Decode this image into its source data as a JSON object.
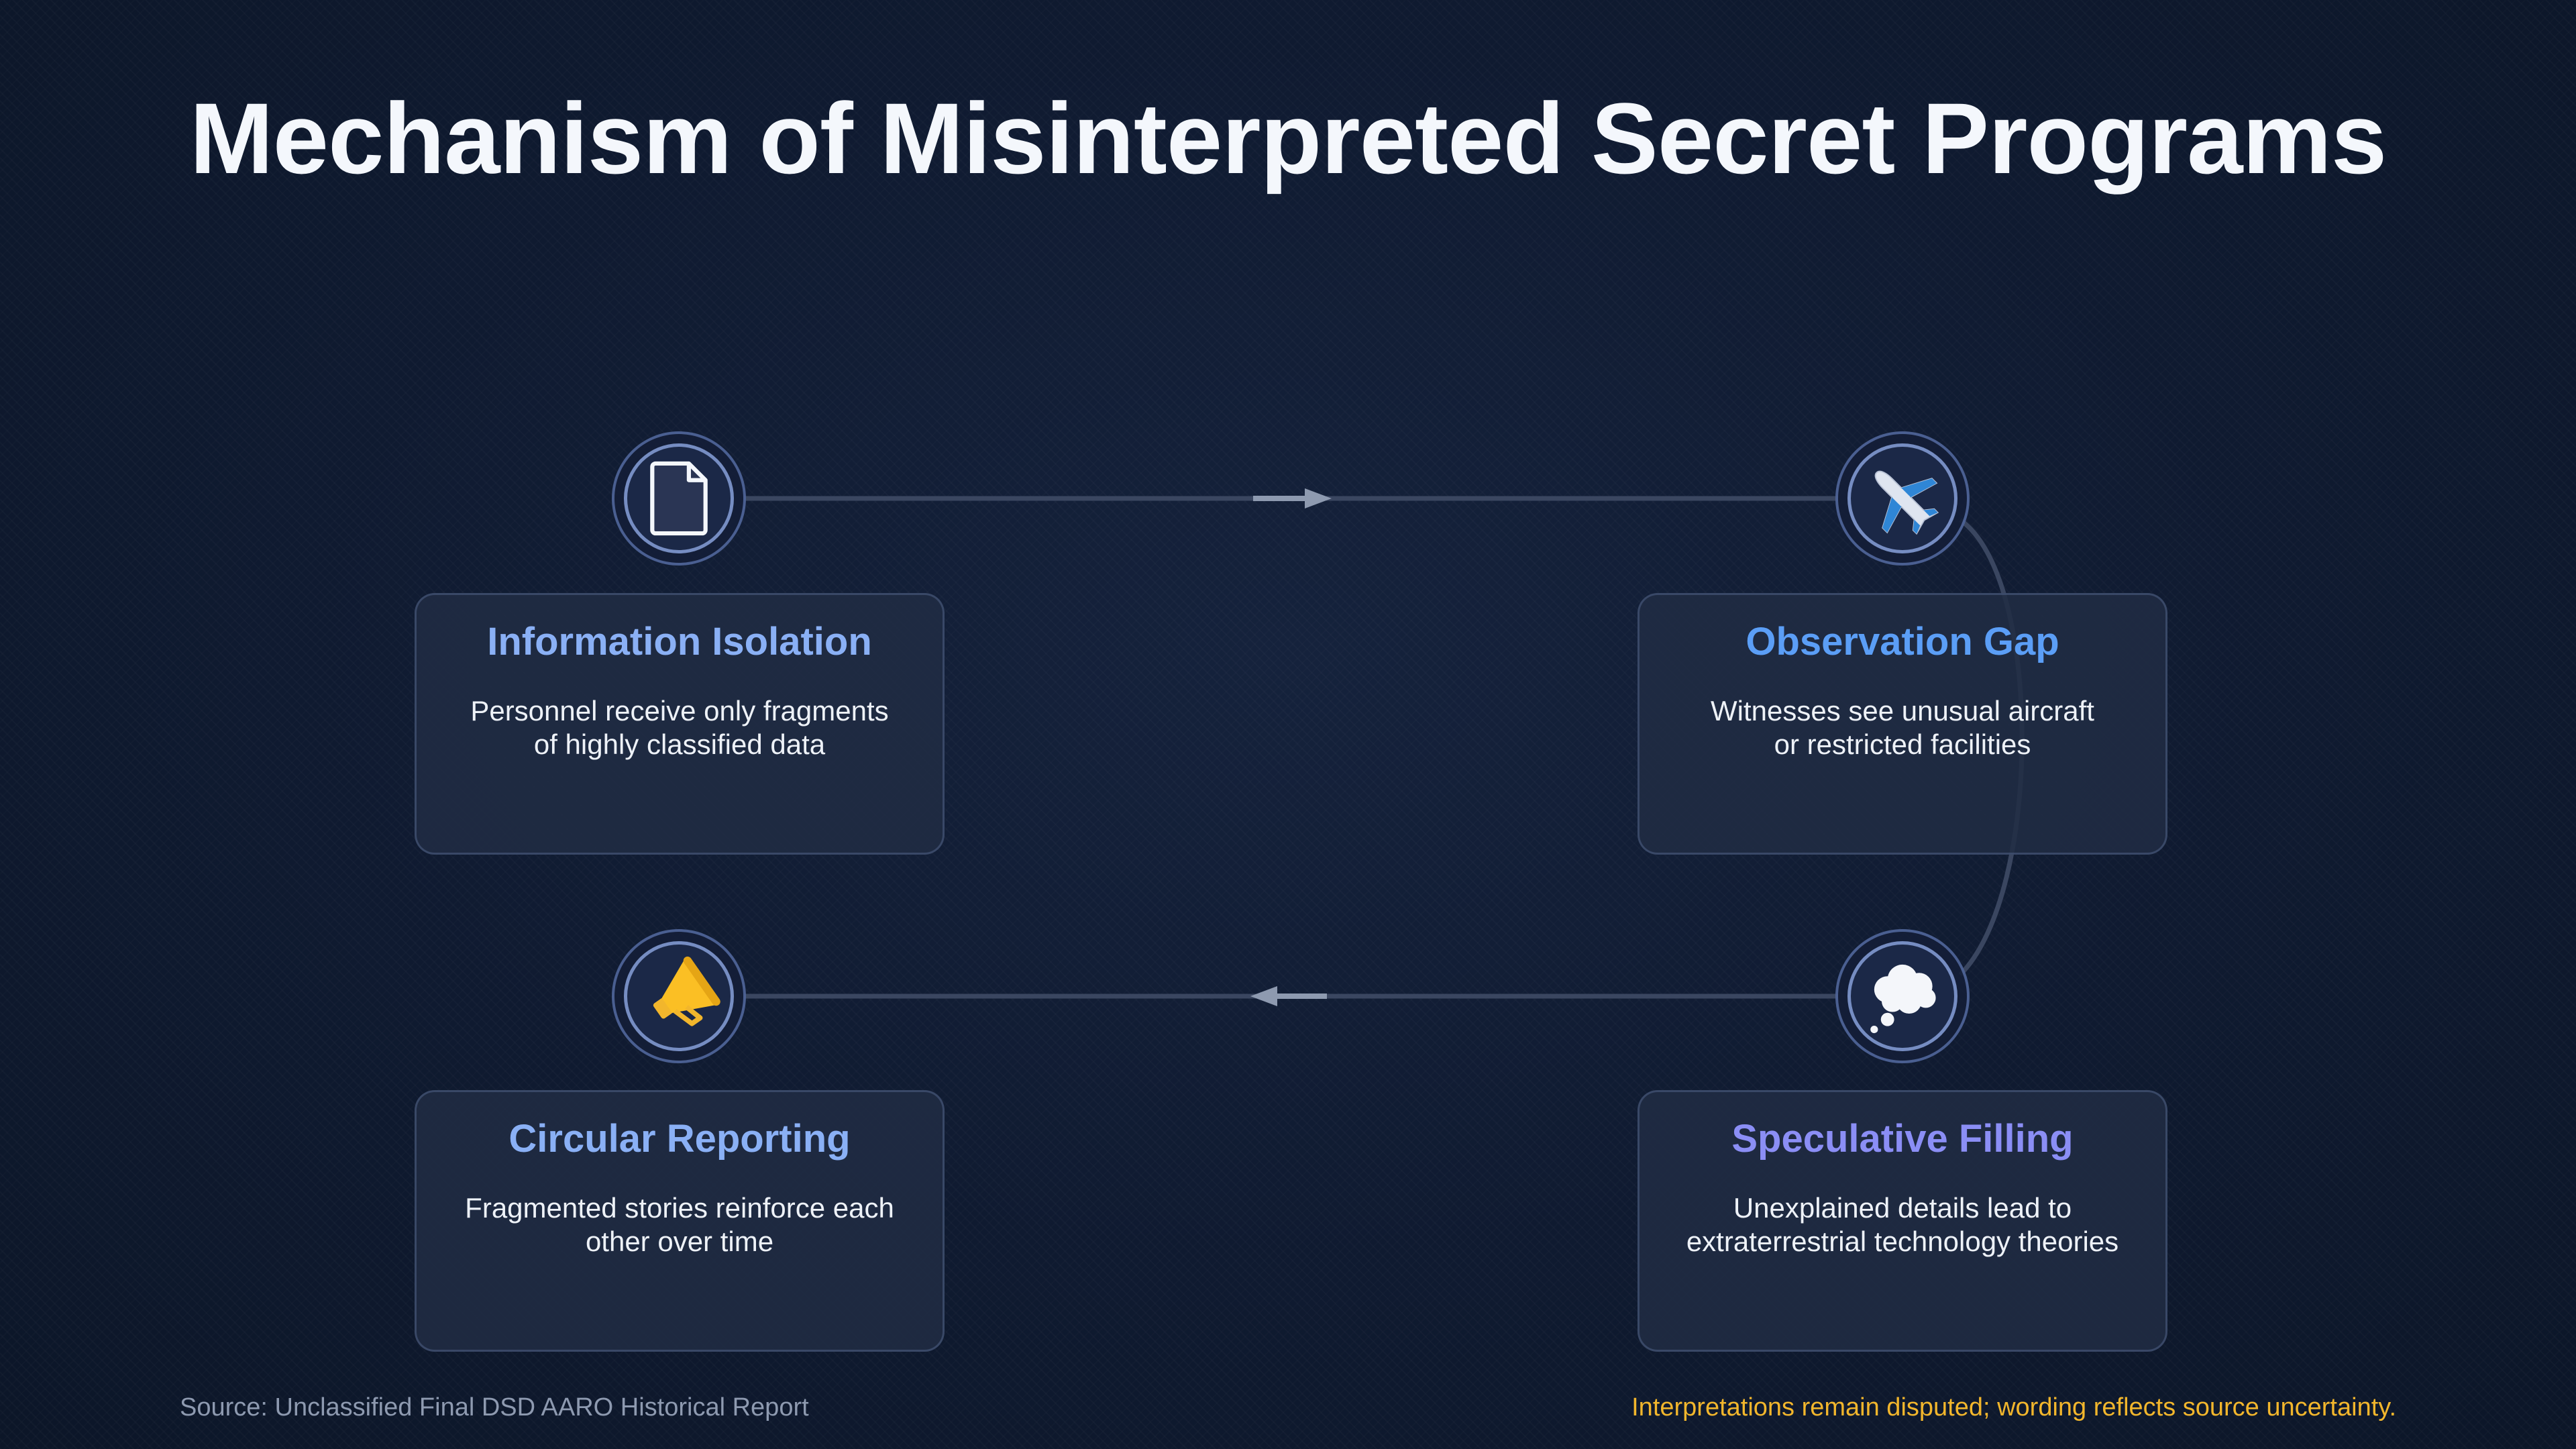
{
  "title": "Mechanism of Misinterpreted Secret Programs",
  "steps": [
    {
      "heading": "Information Isolation",
      "text_line1": "Personnel receive only fragments",
      "text_line2": "of highly classified data",
      "icon": "document-icon",
      "heading_color": "#8ab0f5"
    },
    {
      "heading": "Observation Gap",
      "text_line1": "Witnesses see unusual aircraft",
      "text_line2": "or restricted facilities",
      "icon": "airplane-icon",
      "heading_color": "#5b9ef6"
    },
    {
      "heading": "Speculative Filling",
      "text_line1": "Unexplained details lead to",
      "text_line2": "extraterrestrial technology theories",
      "icon": "thought-bubble-icon",
      "heading_color": "#8b8ef5"
    },
    {
      "heading": "Circular Reporting",
      "text_line1": "Fragmented stories reinforce each",
      "text_line2": "other over time",
      "icon": "megaphone-icon",
      "heading_color": "#8ab0f5"
    }
  ],
  "footer": {
    "source": "Source: Unclassified Final DSD AARO Historical Report",
    "note": "Interpretations remain disputed; wording reflects source uncertainty."
  },
  "colors": {
    "background": "#0f1a30",
    "card": "#212c44",
    "connector": "#3a4660",
    "arrow": "#8e9ab0",
    "note": "#f2b62c"
  }
}
